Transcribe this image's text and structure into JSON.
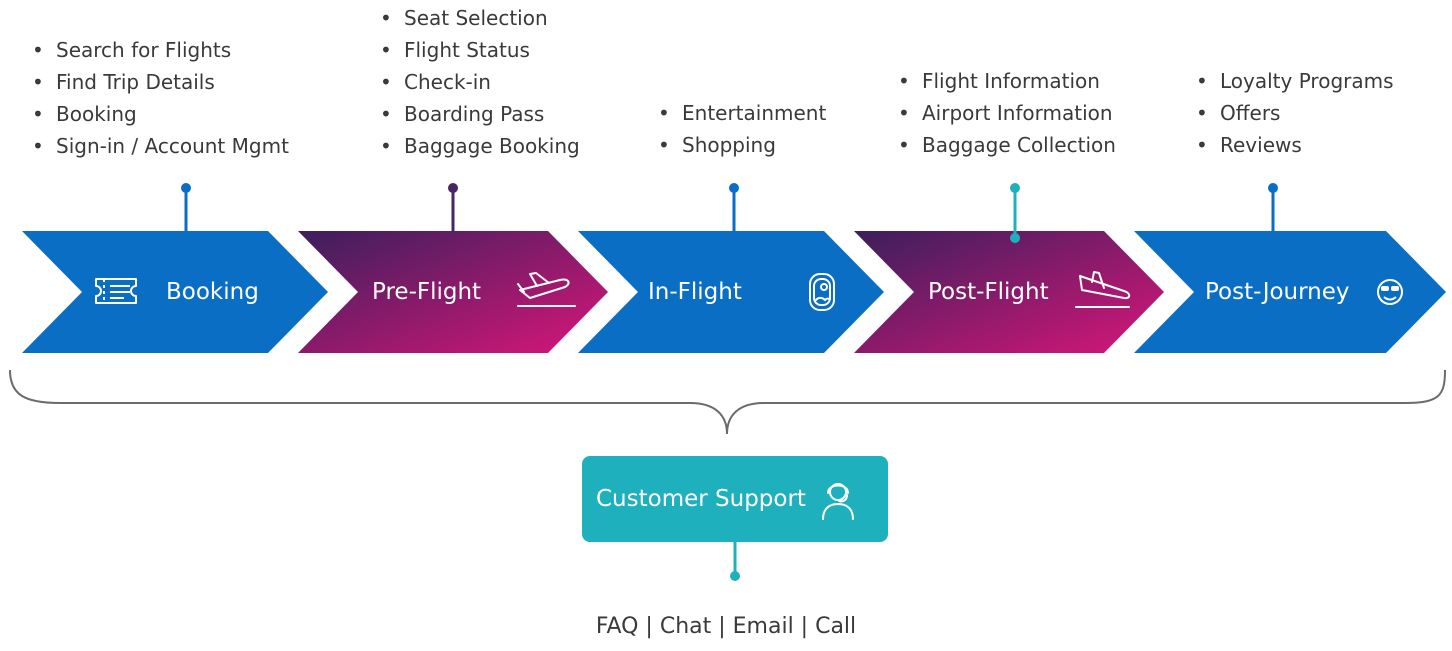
{
  "stages": [
    {
      "label": "Booking",
      "icon": "ticket-icon",
      "items": [
        "Search for Flights",
        "Find Trip Details",
        "Booking",
        "Sign-in / Account Mgmt"
      ]
    },
    {
      "label": "Pre-Flight",
      "icon": "plane-takeoff-icon",
      "items": [
        "Seat Selection",
        "Flight Status",
        "Check-in",
        "Boarding Pass",
        "Baggage Booking"
      ]
    },
    {
      "label": "In-Flight",
      "icon": "airplane-window-icon",
      "items": [
        "Entertainment",
        "Shopping"
      ]
    },
    {
      "label": "Post-Flight",
      "icon": "plane-landing-icon",
      "items": [
        "Flight Information",
        "Airport Information",
        "Baggage Collection"
      ]
    },
    {
      "label": "Post-Journey",
      "icon": "smiley-sunglasses-icon",
      "items": [
        "Loyalty Programs",
        "Offers",
        "Reviews"
      ]
    }
  ],
  "support": {
    "label": "Customer Support",
    "icon": "headset-agent-icon"
  },
  "footer": {
    "channels": "FAQ | Chat | Email | Call"
  },
  "colors": {
    "blue": "#0a6ec5",
    "purple_start": "#3b1f5c",
    "purple_end": "#d4137a",
    "teal": "#1eb1bd",
    "connector_purple": "#4a2566"
  }
}
